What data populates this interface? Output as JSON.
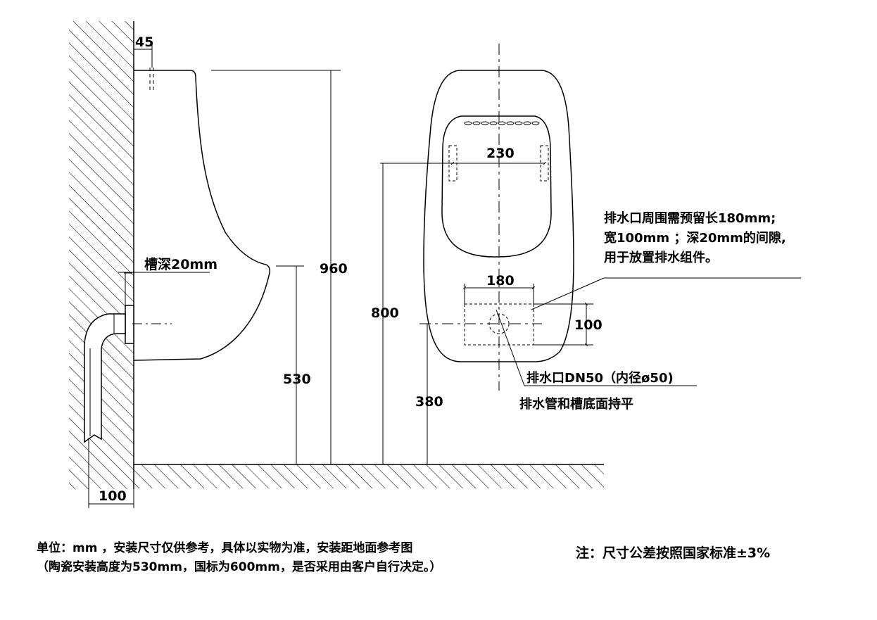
{
  "dimensions": {
    "wall_offset": "45",
    "height_total": "960",
    "groove_depth": "槽深20mm",
    "height_530": "530",
    "pipe_offset": "100",
    "mount_width": "230",
    "height_800": "800",
    "outlet_width": "180",
    "outlet_height": "100",
    "outlet_height_380": "380"
  },
  "notes": {
    "clearance_line1": "排水口周围需预留长180mm;",
    "clearance_line2": "宽100mm ；深20mm的间隙,",
    "clearance_line3": "用于放置排水组件。",
    "drain_outlet": "排水口DN50（内径ø50)",
    "drain_pipe": "排水管和槽底面持平"
  },
  "footer": {
    "line1": "单位：mm ，安装尺寸仅供参考，具体以实物为准，安装距地面参考图",
    "line2": "（陶瓷安装高度为530mm，国标为600mm，是否采用由客户自行决定。）",
    "tolerance": "注：尺寸公差按照国家标准±3%"
  },
  "colors": {
    "line": "#000000",
    "background": "#ffffff"
  }
}
